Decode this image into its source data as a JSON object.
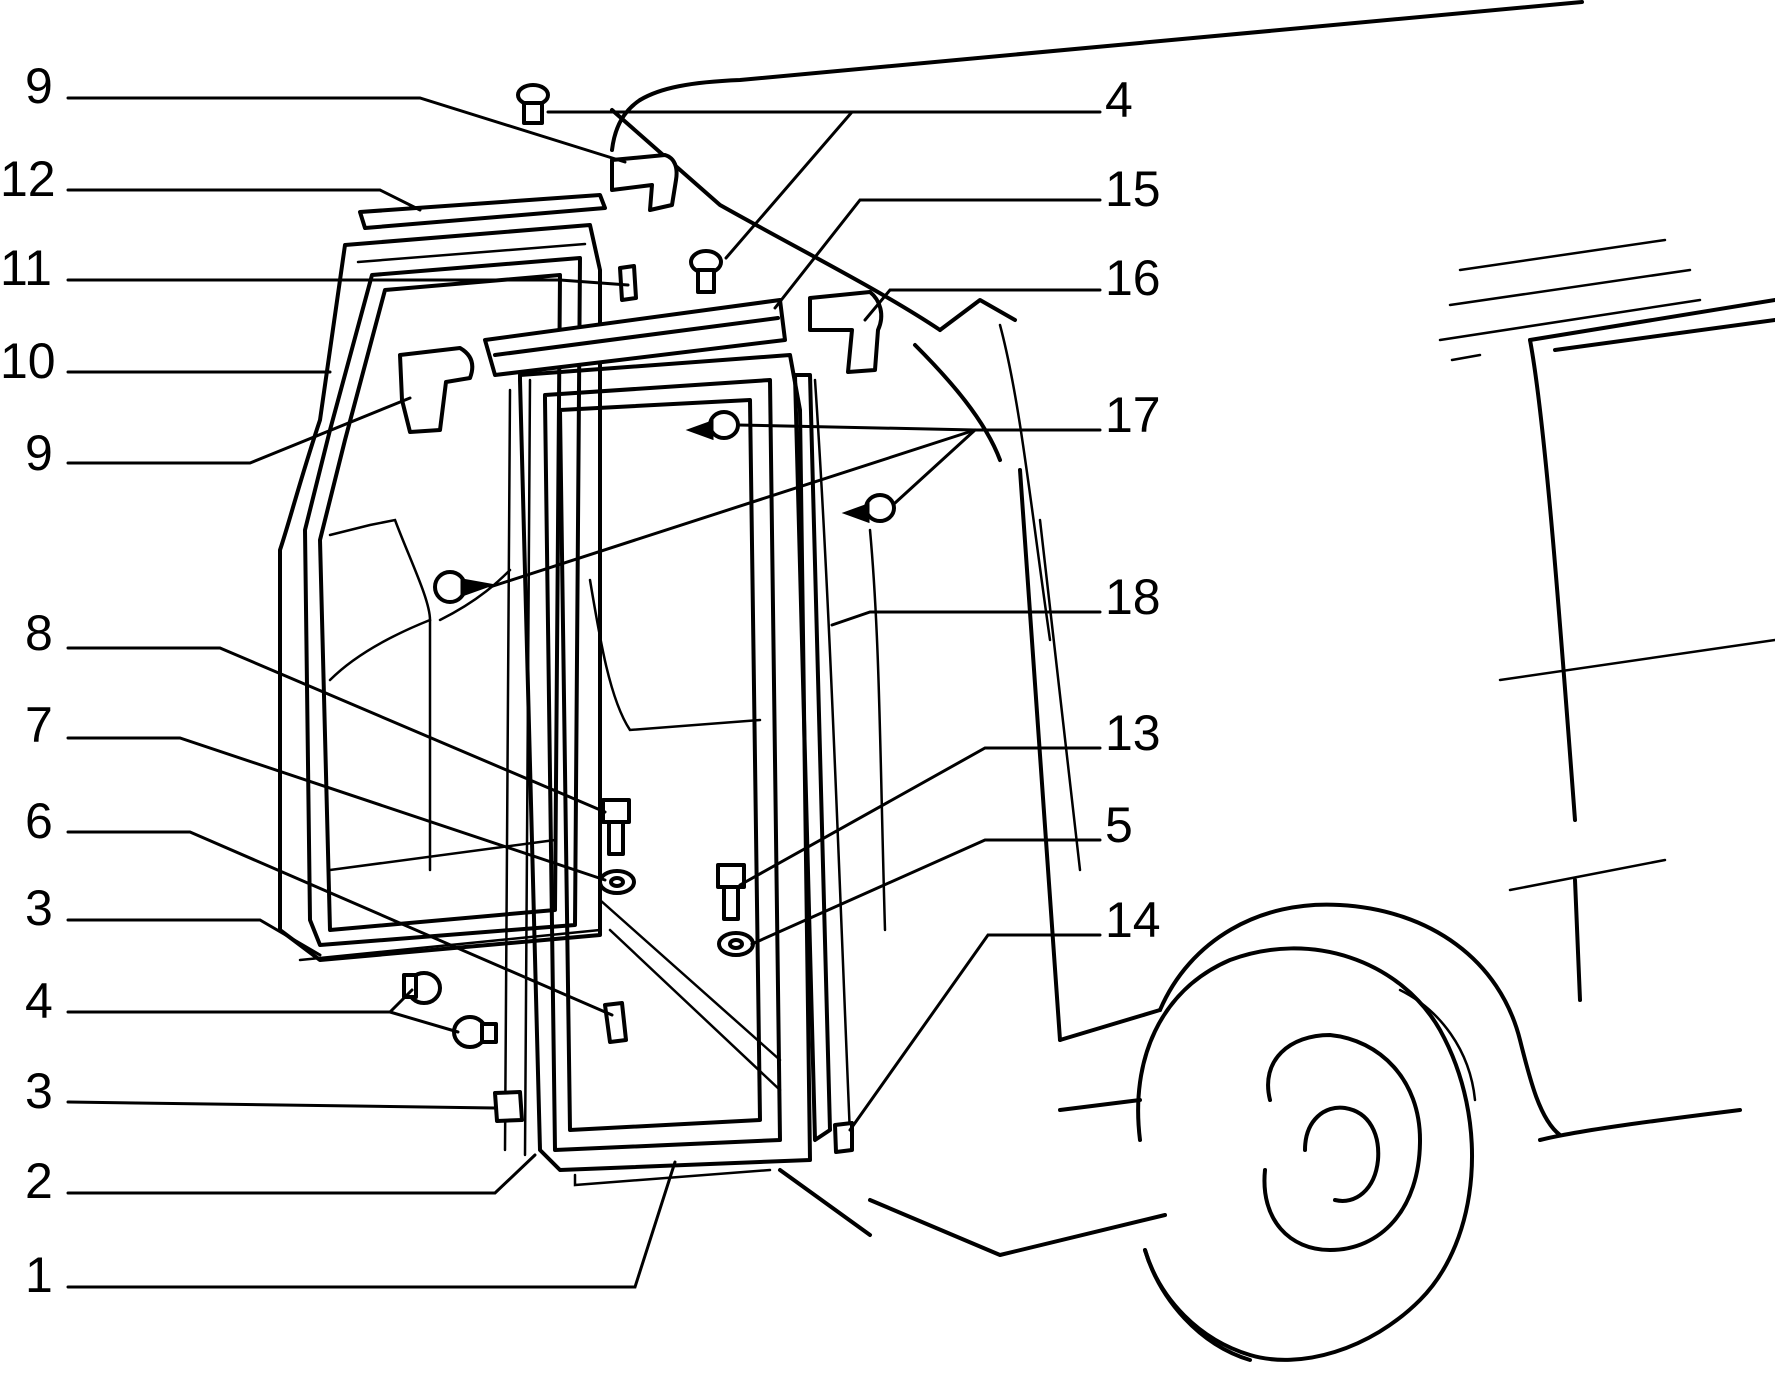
{
  "colors": {
    "ink": "#000000",
    "paper": "#ffffff"
  },
  "callouts": [
    {
      "id": "c9a",
      "label": "9"
    },
    {
      "id": "c12",
      "label": "12"
    },
    {
      "id": "c11",
      "label": "11"
    },
    {
      "id": "c10",
      "label": "10"
    },
    {
      "id": "c9b",
      "label": "9"
    },
    {
      "id": "c8",
      "label": "8"
    },
    {
      "id": "c7",
      "label": "7"
    },
    {
      "id": "c6",
      "label": "6"
    },
    {
      "id": "c3a",
      "label": "3"
    },
    {
      "id": "c4a",
      "label": "4"
    },
    {
      "id": "c3b",
      "label": "3"
    },
    {
      "id": "c2",
      "label": "2"
    },
    {
      "id": "c1",
      "label": "1"
    },
    {
      "id": "c4b",
      "label": "4"
    },
    {
      "id": "c15",
      "label": "15"
    },
    {
      "id": "c16",
      "label": "16"
    },
    {
      "id": "c17",
      "label": "17"
    },
    {
      "id": "c18",
      "label": "18"
    },
    {
      "id": "c13",
      "label": "13"
    },
    {
      "id": "c5",
      "label": "5"
    },
    {
      "id": "c14",
      "label": "14"
    }
  ]
}
